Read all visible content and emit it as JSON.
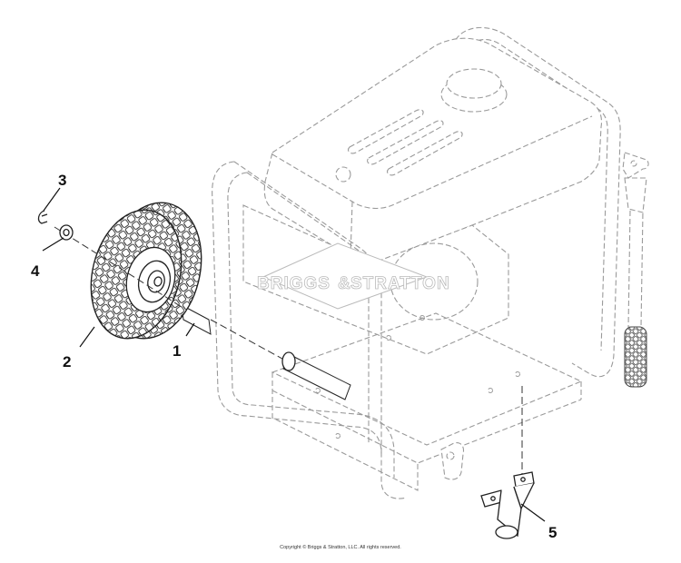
{
  "watermark": {
    "brand_left": "BRIGGS",
    "brand_right": "STRATTON"
  },
  "callouts": [
    {
      "id": "1",
      "label": "1",
      "part": "axle"
    },
    {
      "id": "2",
      "label": "2",
      "part": "wheel"
    },
    {
      "id": "3",
      "label": "3",
      "part": "retaining clip"
    },
    {
      "id": "4",
      "label": "4",
      "part": "washer"
    },
    {
      "id": "5",
      "label": "5",
      "part": "support foot"
    }
  ],
  "copyright": "Copyright © Briggs & Stratton, LLC. All rights reserved."
}
